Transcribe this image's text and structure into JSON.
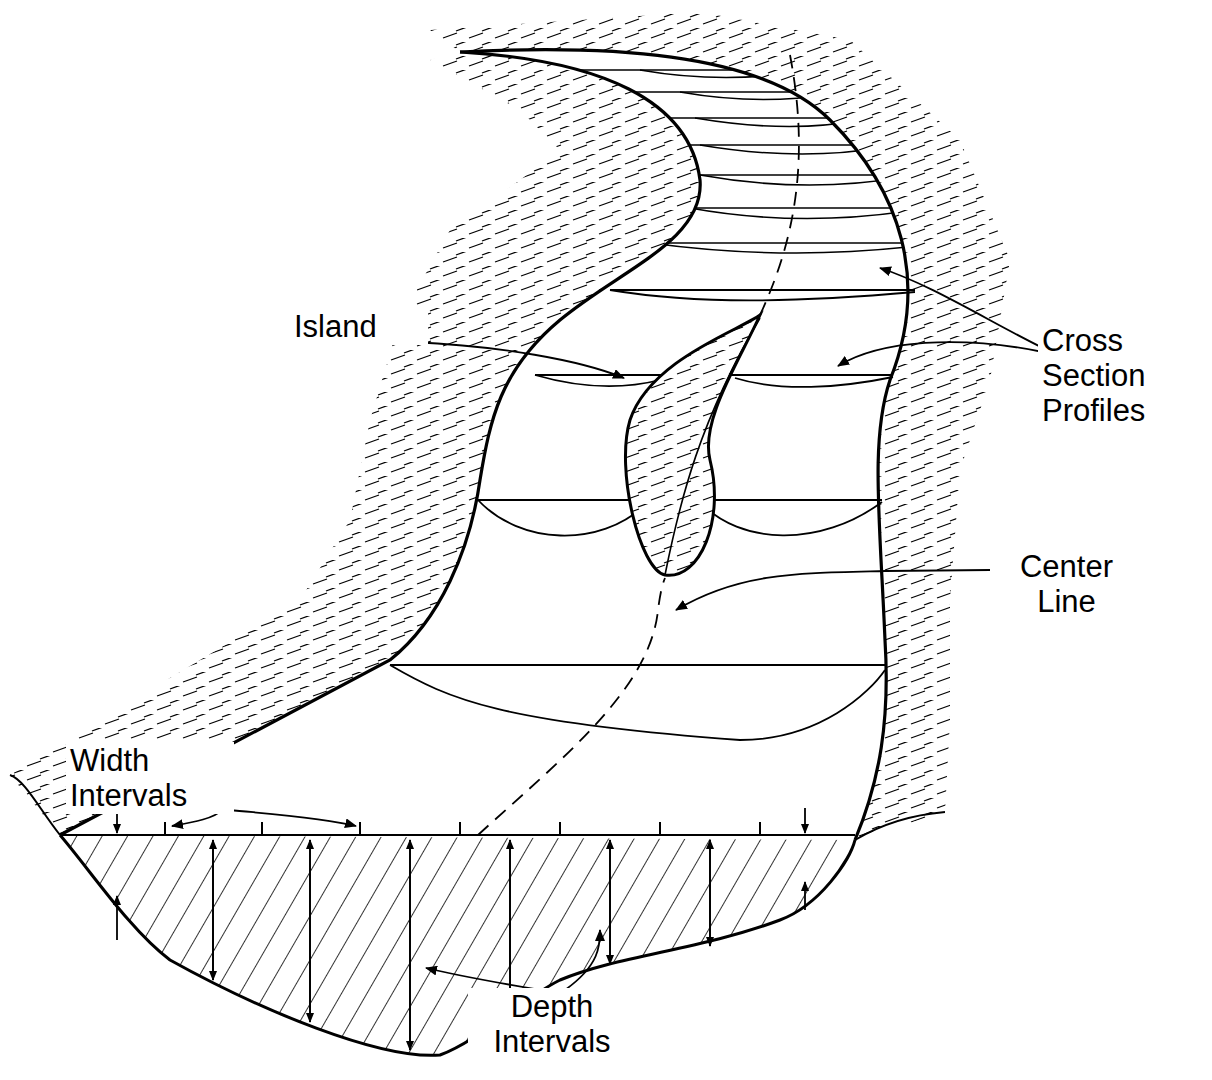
{
  "diagram": {
    "labels": [
      "Island",
      "Cross Section Profiles",
      "Width Intervals",
      "Center Line",
      "Depth Intervals"
    ]
  }
}
